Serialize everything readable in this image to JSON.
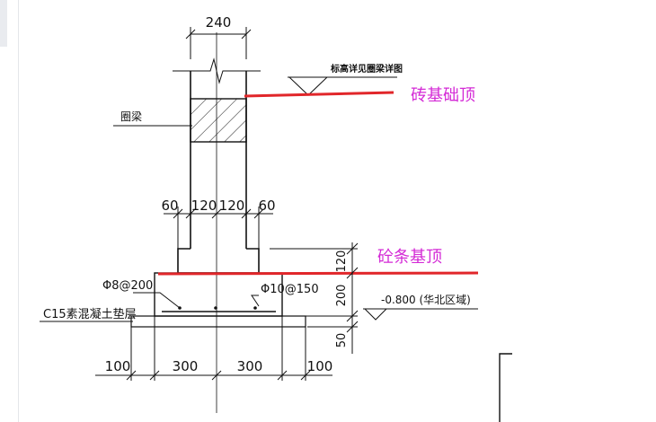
{
  "dimensions": {
    "top_width": "240",
    "col_left_offset": "60",
    "col_left_half": "120",
    "col_right_half": "120",
    "col_right_offset": "60",
    "step_height": "120",
    "base_height": "200",
    "cushion_height": "50",
    "bottom_left_outer": "100",
    "bottom_left_inner": "300",
    "bottom_right_inner": "300",
    "bottom_right_outer": "100"
  },
  "labels": {
    "elevation_note": "标高详见圈梁详图",
    "ring_beam": "圈梁",
    "rebar_left": "Φ8@200",
    "rebar_right": "Φ10@150",
    "ground_level": "-0.800 (华北区域)",
    "cushion": "C15素混凝土垫层"
  },
  "annotations": {
    "brick_top": "砖基础顶",
    "concrete_top": "砼条基顶"
  },
  "colors": {
    "annotation": "#d42ad6",
    "highlight_line": "#e1262a",
    "drawing": "#111111"
  }
}
